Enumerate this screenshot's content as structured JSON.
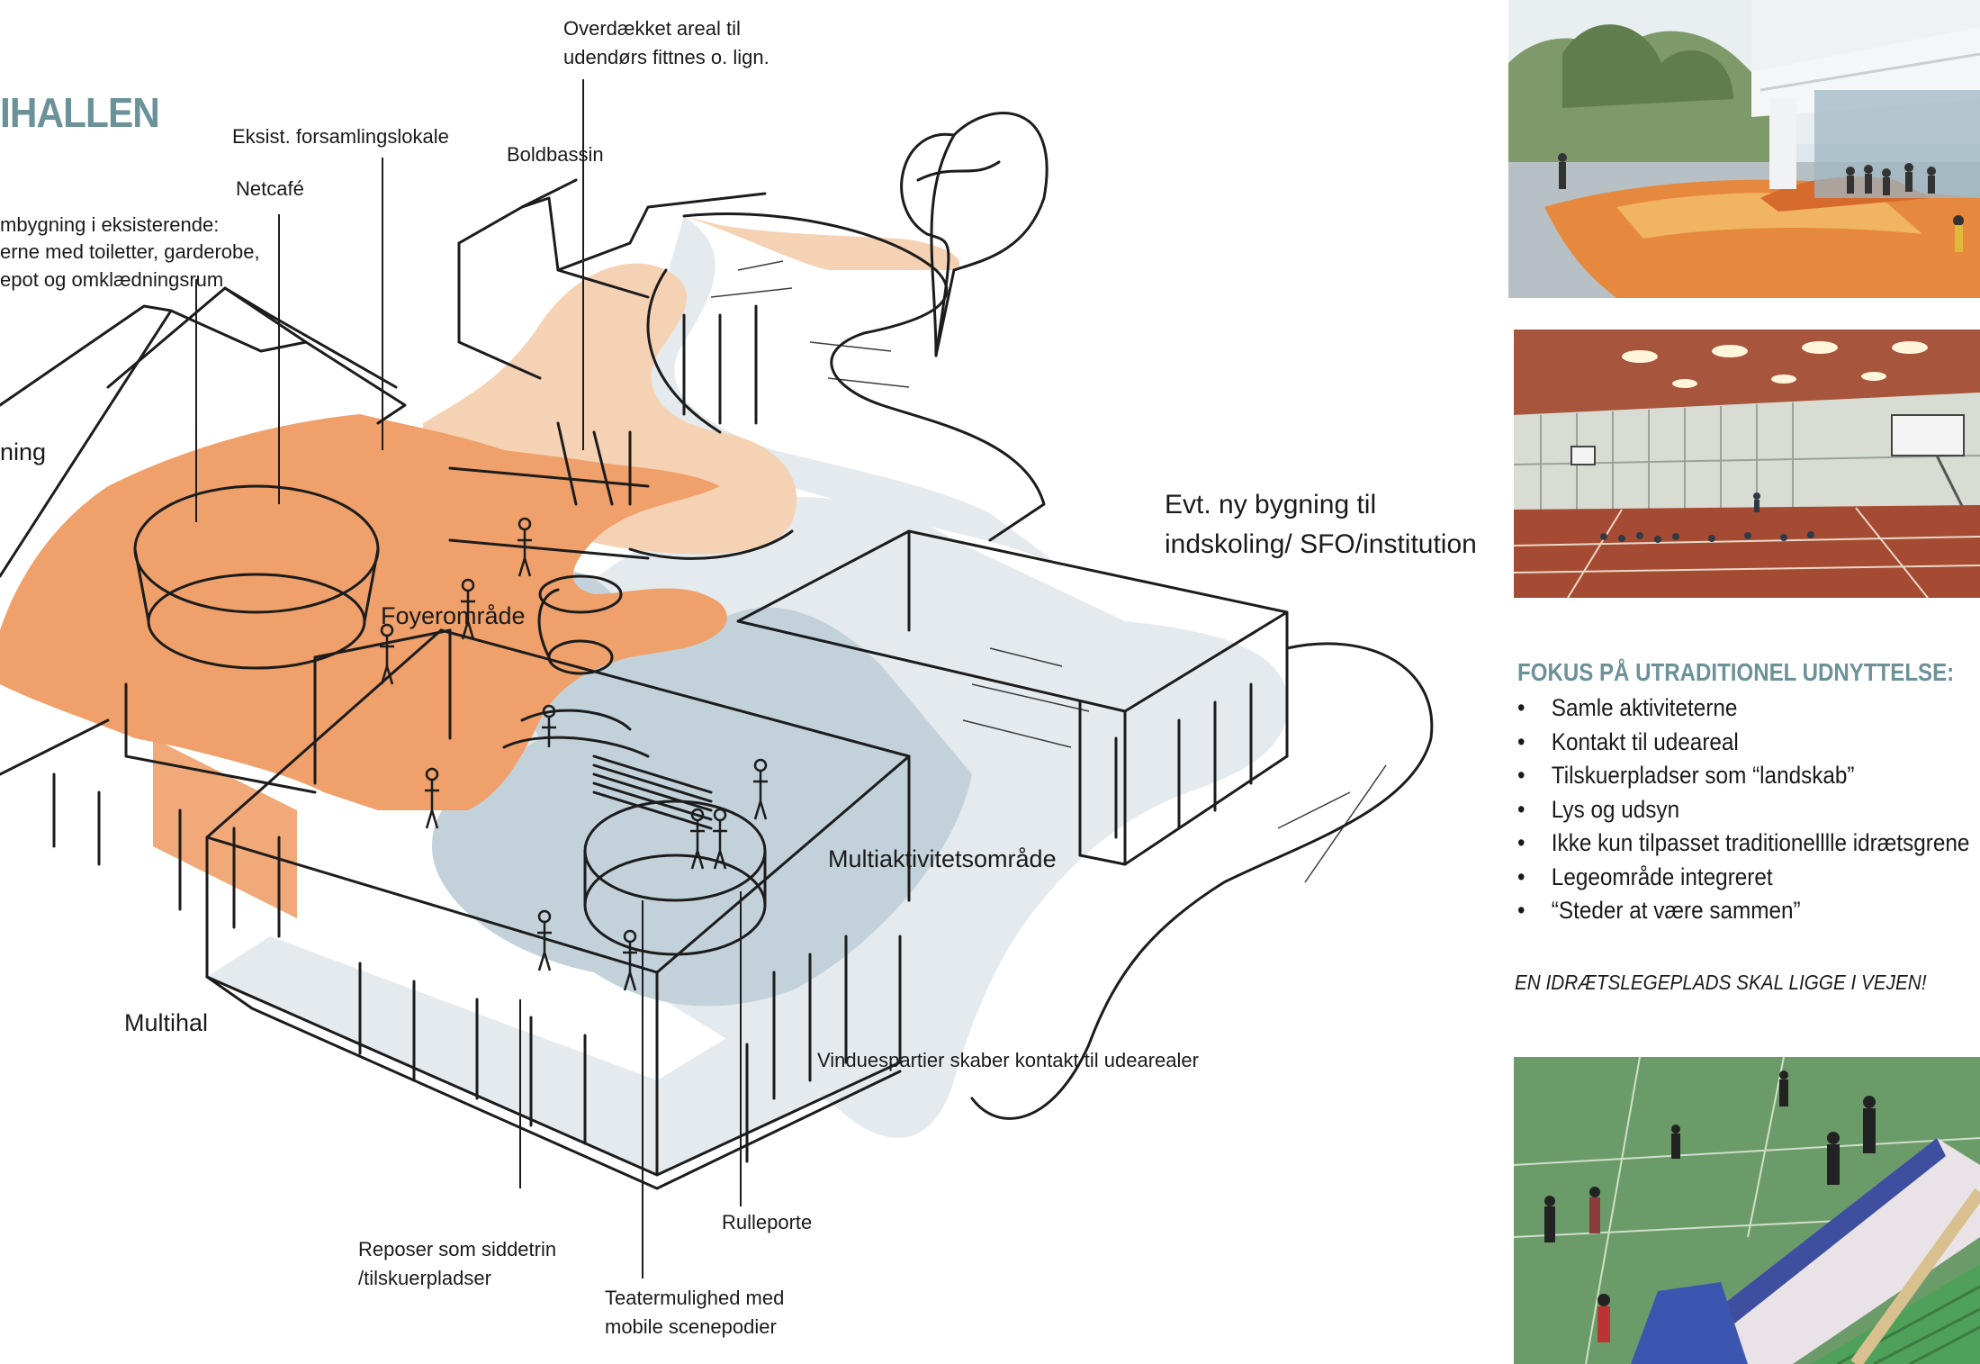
{
  "title": "IHALLEN",
  "labels": {
    "overdaekket_1": "Overdækket areal til",
    "overdaekket_2": "udendørs fittnes o. lign.",
    "eksist": "Eksist. forsamlingslokale",
    "boldbassin": "Boldbassin",
    "netcafe": "Netcafé",
    "ombygning_1": "mbygning i eksisterende:",
    "ombygning_2": "erne med toiletter, garderobe,",
    "ombygning_3": "epot og omklædningsrum",
    "ning": "ning",
    "evt_1": "Evt. ny bygning til",
    "evt_2": "indskoling/ SFO/institution",
    "foyer": "Foyerområde",
    "multiaktivitet": "Multiaktivitetsområde",
    "multihal": "Multihal",
    "vindues": "Vinduespartier skaber kontakt til udearealer",
    "rulleporte": "Rulleporte",
    "reposer_1": "Reposer som siddetrin",
    "reposer_2": "/tilskuerpladser",
    "teater_1": "Teatermulighed med",
    "teater_2": "mobile scenepodier"
  },
  "fokus": {
    "heading": "FOKUS PÅ UTRADITIONEL UDNYTTELSE:",
    "bullet_glyph": "•",
    "items": [
      "Samle aktiviteterne",
      "Kontakt til udeareal",
      "Tilskuerpladser som “landskab”",
      "Lys og udsyn",
      "Ikke kun tilpasset traditionelllle idrætsgrene",
      "Legeområde integreret",
      "“Steder at være sammen”"
    ],
    "slogan": "EN IDRÆTSLEGEPLADS SKAL LIGGE I VEJEN!"
  },
  "colors": {
    "accent": "#6b9199",
    "orange": "#f0a06a",
    "peach": "#f6d2b4",
    "blue_grey": "#c3d2da",
    "light_grey": "#e4eaee"
  },
  "photos": [
    {
      "name": "outdoor-playground-photo",
      "description_icon": "outdoor-render-icon"
    },
    {
      "name": "sports-hall-photo",
      "description_icon": "hall-interior-icon"
    },
    {
      "name": "climbing-mat-photo",
      "description_icon": "gym-mat-icon"
    }
  ]
}
